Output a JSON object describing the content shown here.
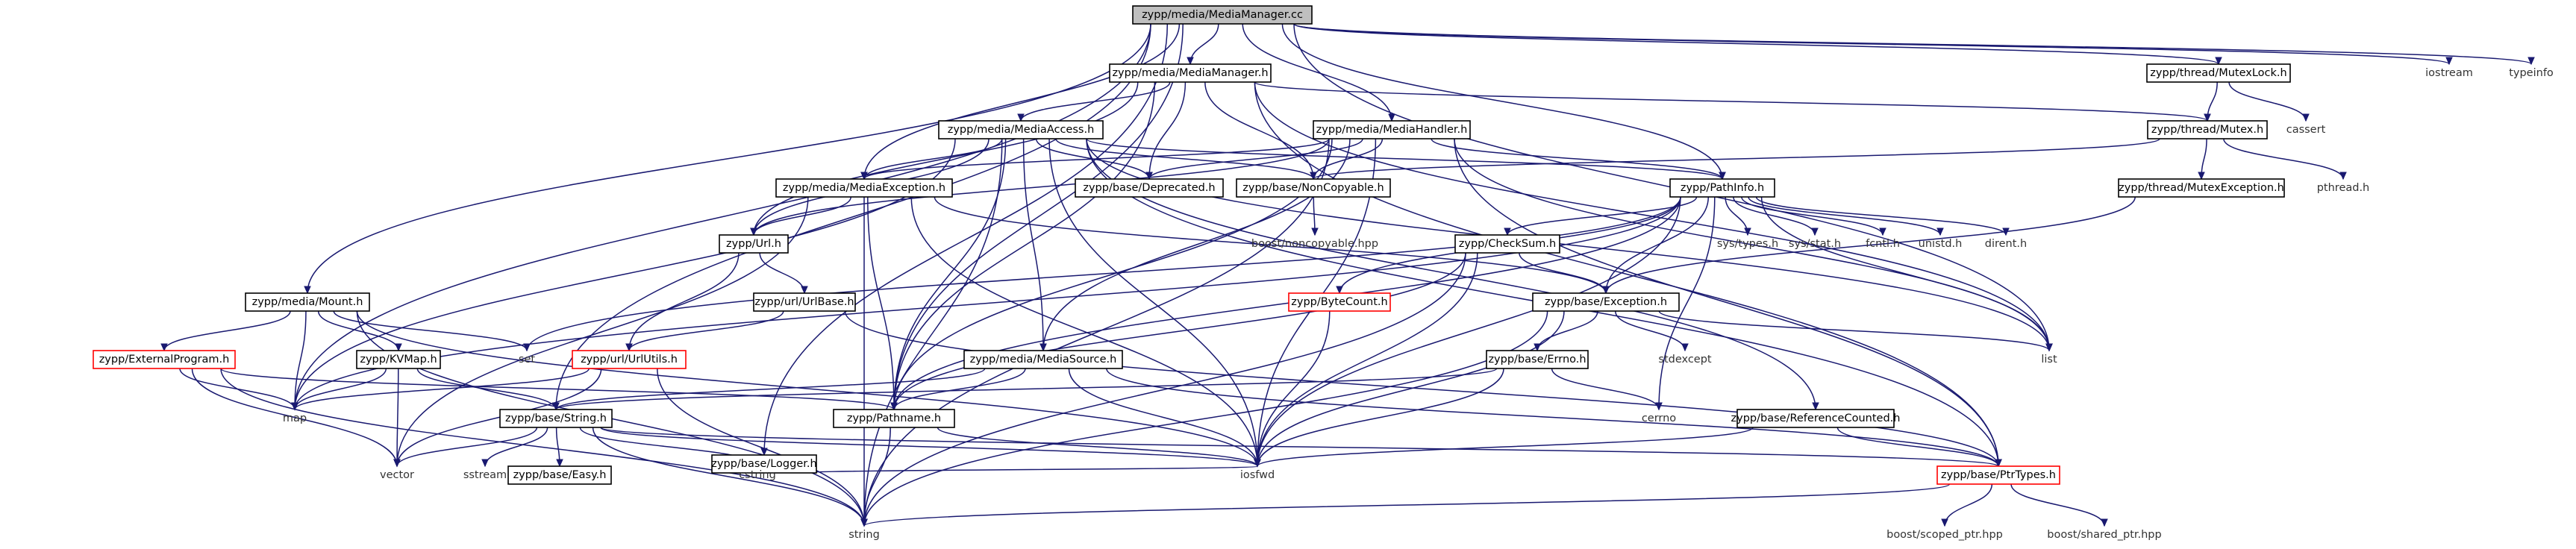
{
  "nodes": [
    {
      "id": "mm_cc",
      "label": "zypp/media/MediaManager.cc",
      "style": "root"
    },
    {
      "id": "mm_h",
      "label": "zypp/media/MediaManager.h",
      "style": "boxed"
    },
    {
      "id": "mutexlock",
      "label": "zypp/thread/MutexLock.h",
      "style": "boxed"
    },
    {
      "id": "iostream",
      "label": "iostream",
      "style": "plain"
    },
    {
      "id": "typeinfo",
      "label": "typeinfo",
      "style": "plain"
    },
    {
      "id": "maccess",
      "label": "zypp/media/MediaAccess.h",
      "style": "boxed"
    },
    {
      "id": "mhandler",
      "label": "zypp/media/MediaHandler.h",
      "style": "boxed"
    },
    {
      "id": "mutex",
      "label": "zypp/thread/Mutex.h",
      "style": "boxed"
    },
    {
      "id": "cassert",
      "label": "cassert",
      "style": "plain"
    },
    {
      "id": "mexc",
      "label": "zypp/media/MediaException.h",
      "style": "boxed"
    },
    {
      "id": "deprecated",
      "label": "zypp/base/Deprecated.h",
      "style": "boxed"
    },
    {
      "id": "noncopyable",
      "label": "zypp/base/NonCopyable.h",
      "style": "boxed"
    },
    {
      "id": "pathinfo",
      "label": "zypp/PathInfo.h",
      "style": "boxed"
    },
    {
      "id": "mutexexc",
      "label": "zypp/thread/MutexException.h",
      "style": "boxed"
    },
    {
      "id": "pthread",
      "label": "pthread.h",
      "style": "plain"
    },
    {
      "id": "url",
      "label": "zypp/Url.h",
      "style": "boxed"
    },
    {
      "id": "boostnc",
      "label": "boost/noncopyable.hpp",
      "style": "plain"
    },
    {
      "id": "checksum",
      "label": "zypp/CheckSum.h",
      "style": "boxed"
    },
    {
      "id": "systypes",
      "label": "sys/types.h",
      "style": "plain"
    },
    {
      "id": "sysstat",
      "label": "sys/stat.h",
      "style": "plain"
    },
    {
      "id": "fcntl",
      "label": "fcntl.h",
      "style": "plain"
    },
    {
      "id": "unistd",
      "label": "unistd.h",
      "style": "plain"
    },
    {
      "id": "dirent",
      "label": "dirent.h",
      "style": "plain"
    },
    {
      "id": "mount",
      "label": "zypp/media/Mount.h",
      "style": "boxed"
    },
    {
      "id": "urlbase",
      "label": "zypp/url/UrlBase.h",
      "style": "boxed"
    },
    {
      "id": "bytecount",
      "label": "zypp/ByteCount.h",
      "style": "red"
    },
    {
      "id": "exception",
      "label": "zypp/base/Exception.h",
      "style": "boxed"
    },
    {
      "id": "extprog",
      "label": "zypp/ExternalProgram.h",
      "style": "red"
    },
    {
      "id": "kvmap",
      "label": "zypp/KVMap.h",
      "style": "boxed"
    },
    {
      "id": "set",
      "label": "set",
      "style": "plain"
    },
    {
      "id": "urlutils",
      "label": "zypp/url/UrlUtils.h",
      "style": "red"
    },
    {
      "id": "msource",
      "label": "zypp/media/MediaSource.h",
      "style": "boxed"
    },
    {
      "id": "errno",
      "label": "zypp/base/Errno.h",
      "style": "boxed"
    },
    {
      "id": "stdexcept",
      "label": "stdexcept",
      "style": "plain"
    },
    {
      "id": "list",
      "label": "list",
      "style": "plain"
    },
    {
      "id": "map",
      "label": "map",
      "style": "plain"
    },
    {
      "id": "string_h",
      "label": "zypp/base/String.h",
      "style": "boxed"
    },
    {
      "id": "pathname",
      "label": "zypp/Pathname.h",
      "style": "boxed"
    },
    {
      "id": "logger",
      "label": "zypp/base/Logger.h",
      "style": "boxed"
    },
    {
      "id": "refcounted",
      "label": "zypp/base/ReferenceCounted.h",
      "style": "boxed"
    },
    {
      "id": "cerrno",
      "label": "cerrno",
      "style": "plain"
    },
    {
      "id": "vector",
      "label": "vector",
      "style": "plain"
    },
    {
      "id": "sstream",
      "label": "sstream",
      "style": "plain"
    },
    {
      "id": "easy",
      "label": "zypp/base/Easy.h",
      "style": "boxed"
    },
    {
      "id": "cstring",
      "label": "cstring",
      "style": "plain"
    },
    {
      "id": "iosfwd",
      "label": "iosfwd",
      "style": "plain"
    },
    {
      "id": "ptrtypes",
      "label": "zypp/base/PtrTypes.h",
      "style": "red"
    },
    {
      "id": "string",
      "label": "string",
      "style": "plain"
    },
    {
      "id": "scopedptr",
      "label": "boost/scoped_ptr.hpp",
      "style": "plain"
    },
    {
      "id": "sharedptr",
      "label": "boost/shared_ptr.hpp",
      "style": "plain"
    }
  ],
  "edges": [
    [
      "mm_cc",
      "mm_h"
    ],
    [
      "mm_cc",
      "mutexlock"
    ],
    [
      "mm_cc",
      "iostream"
    ],
    [
      "mm_cc",
      "typeinfo"
    ],
    [
      "mm_cc",
      "mhandler"
    ],
    [
      "mm_cc",
      "mexc"
    ],
    [
      "mm_cc",
      "mount"
    ],
    [
      "mm_cc",
      "map"
    ],
    [
      "mm_cc",
      "pathinfo"
    ],
    [
      "mm_cc",
      "string_h"
    ],
    [
      "mm_cc",
      "pathname"
    ],
    [
      "mm_cc",
      "logger"
    ],
    [
      "mm_cc",
      "list"
    ],
    [
      "mm_h",
      "maccess"
    ],
    [
      "mm_h",
      "deprecated"
    ],
    [
      "mm_h",
      "noncopyable"
    ],
    [
      "mm_h",
      "pathname"
    ],
    [
      "mm_h",
      "url"
    ],
    [
      "mm_h",
      "list"
    ],
    [
      "mm_h",
      "ptrtypes"
    ],
    [
      "mm_h",
      "mutex"
    ],
    [
      "mutexlock",
      "mutex"
    ],
    [
      "mutexlock",
      "cassert"
    ],
    [
      "mutex",
      "pthread"
    ],
    [
      "mutex",
      "mutexexc"
    ],
    [
      "mutex",
      "noncopyable"
    ],
    [
      "mutexexc",
      "exception"
    ],
    [
      "maccess",
      "deprecated"
    ],
    [
      "maccess",
      "noncopyable"
    ],
    [
      "maccess",
      "mexc"
    ],
    [
      "maccess",
      "msource"
    ],
    [
      "maccess",
      "url"
    ],
    [
      "maccess",
      "pathname"
    ],
    [
      "maccess",
      "iosfwd"
    ],
    [
      "maccess",
      "map"
    ],
    [
      "maccess",
      "list"
    ],
    [
      "maccess",
      "string"
    ],
    [
      "maccess",
      "ptrtypes"
    ],
    [
      "maccess",
      "pathinfo"
    ],
    [
      "maccess",
      "refcounted"
    ],
    [
      "mhandler",
      "deprecated"
    ],
    [
      "mhandler",
      "noncopyable"
    ],
    [
      "mhandler",
      "pathinfo"
    ],
    [
      "mhandler",
      "mexc"
    ],
    [
      "mhandler",
      "msource"
    ],
    [
      "mhandler",
      "url"
    ],
    [
      "mhandler",
      "pathname"
    ],
    [
      "mhandler",
      "iosfwd"
    ],
    [
      "mhandler",
      "string"
    ],
    [
      "mhandler",
      "list"
    ],
    [
      "mhandler",
      "ptrtypes"
    ],
    [
      "mexc",
      "url"
    ],
    [
      "mexc",
      "exception"
    ],
    [
      "mexc",
      "pathname"
    ],
    [
      "mexc",
      "string"
    ],
    [
      "mexc",
      "iosfwd"
    ],
    [
      "mexc",
      "vector"
    ],
    [
      "noncopyable",
      "boostnc"
    ],
    [
      "pathinfo",
      "checksum"
    ],
    [
      "pathinfo",
      "bytecount"
    ],
    [
      "pathinfo",
      "systypes"
    ],
    [
      "pathinfo",
      "sysstat"
    ],
    [
      "pathinfo",
      "fcntl"
    ],
    [
      "pathinfo",
      "unistd"
    ],
    [
      "pathinfo",
      "dirent"
    ],
    [
      "pathinfo",
      "cerrno"
    ],
    [
      "pathinfo",
      "iosfwd"
    ],
    [
      "pathinfo",
      "list"
    ],
    [
      "pathinfo",
      "set"
    ],
    [
      "pathinfo",
      "map"
    ],
    [
      "pathinfo",
      "pathname"
    ],
    [
      "pathinfo",
      "exception"
    ],
    [
      "url",
      "urlbase"
    ],
    [
      "url",
      "urlutils"
    ],
    [
      "urlbase",
      "urlutils"
    ],
    [
      "urlbase",
      "ptrtypes"
    ],
    [
      "urlutils",
      "string"
    ],
    [
      "urlutils",
      "vector"
    ],
    [
      "urlutils",
      "map"
    ],
    [
      "checksum",
      "iosfwd"
    ],
    [
      "checksum",
      "string"
    ],
    [
      "checksum",
      "exception"
    ],
    [
      "checksum",
      "pathname"
    ],
    [
      "bytecount",
      "iosfwd"
    ],
    [
      "exception",
      "iosfwd"
    ],
    [
      "exception",
      "stdexcept"
    ],
    [
      "exception",
      "string"
    ],
    [
      "exception",
      "list"
    ],
    [
      "exception",
      "errno"
    ],
    [
      "errno",
      "cerrno"
    ],
    [
      "errno",
      "iosfwd"
    ],
    [
      "errno",
      "string_h"
    ],
    [
      "mount",
      "extprog"
    ],
    [
      "mount",
      "kvmap"
    ],
    [
      "mount",
      "set"
    ],
    [
      "mount",
      "map"
    ],
    [
      "mount",
      "string"
    ],
    [
      "mount",
      "iosfwd"
    ],
    [
      "extprog",
      "map"
    ],
    [
      "extprog",
      "string"
    ],
    [
      "extprog",
      "vector"
    ],
    [
      "extprog",
      "pathname"
    ],
    [
      "kvmap",
      "map"
    ],
    [
      "kvmap",
      "vector"
    ],
    [
      "kvmap",
      "string_h"
    ],
    [
      "msource",
      "iosfwd"
    ],
    [
      "msource",
      "pathname"
    ],
    [
      "msource",
      "ptrtypes"
    ],
    [
      "msource",
      "string_h"
    ],
    [
      "string_h",
      "iosfwd"
    ],
    [
      "string_h",
      "vector"
    ],
    [
      "string_h",
      "sstream"
    ],
    [
      "string_h",
      "string"
    ],
    [
      "string_h",
      "cstring"
    ],
    [
      "string_h",
      "easy"
    ],
    [
      "string_h",
      "ptrtypes"
    ],
    [
      "pathname",
      "iosfwd"
    ],
    [
      "pathname",
      "string"
    ],
    [
      "logger",
      "iosfwd"
    ],
    [
      "logger",
      "cstring"
    ],
    [
      "refcounted",
      "iosfwd"
    ],
    [
      "refcounted",
      "ptrtypes"
    ],
    [
      "ptrtypes",
      "string"
    ],
    [
      "ptrtypes",
      "scopedptr"
    ],
    [
      "ptrtypes",
      "sharedptr"
    ]
  ]
}
